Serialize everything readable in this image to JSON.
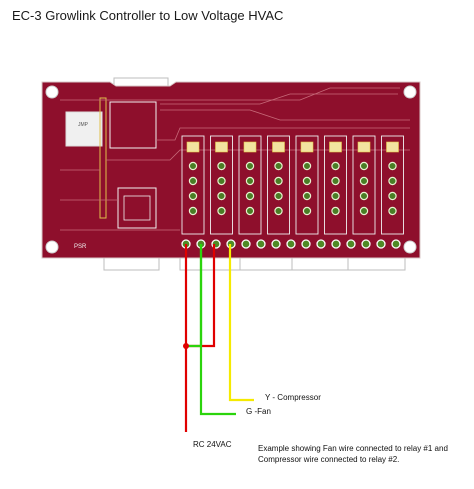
{
  "title": "EC-3 Growlink Controller to Low Voltage HVAC",
  "board": {
    "color": "#8e0f2c",
    "silk": "#f1f1f1",
    "jumper_label": "JMP",
    "logo_text": "PSR"
  },
  "wires": {
    "compressor": {
      "label": "Y - Compressor",
      "color": "#f5ea00"
    },
    "fan": {
      "label": "G -Fan",
      "color": "#2bd40c"
    },
    "common": {
      "label": "RC 24VAC",
      "color": "#e00000"
    }
  },
  "note": {
    "line1": "Example showing Fan wire connected to relay #1 and",
    "line2": "Compressor wire connected to relay #2."
  }
}
